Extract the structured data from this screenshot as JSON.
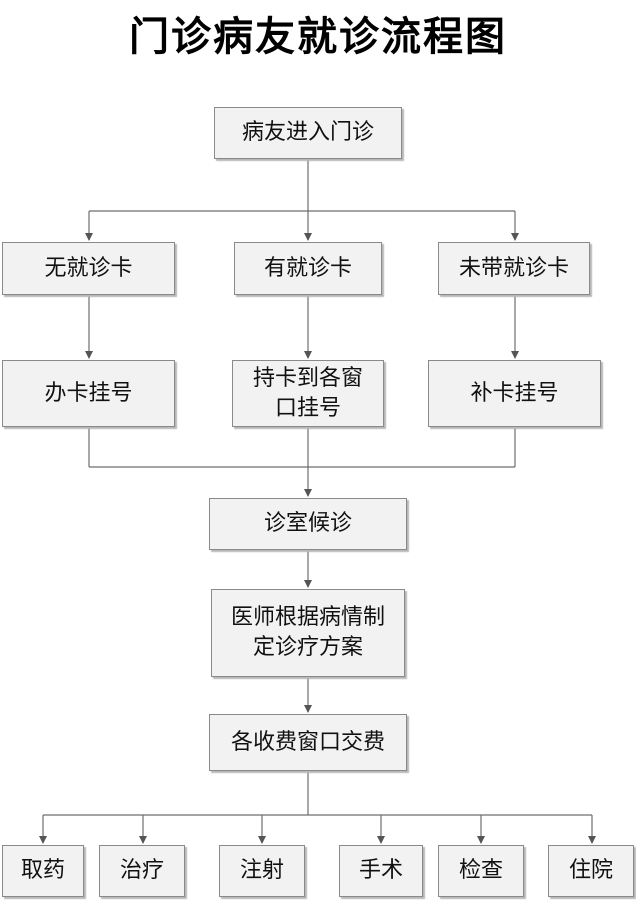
{
  "title": "门诊病友就诊流程图",
  "nodes": {
    "entry": "病友进入门诊",
    "no_card": "无就诊卡",
    "has_card": "有就诊卡",
    "card_not_brought": "未带就诊卡",
    "apply_register": "办卡挂号",
    "card_window_register": "持卡到各窗口挂号",
    "replace_card_register": "补卡挂号",
    "waiting_room": "诊室候诊",
    "doctor_plan": "医师根据病情制定诊疗方案",
    "payment_window": "各收费窗口交费",
    "take_medicine": "取药",
    "treatment": "治疗",
    "injection": "注射",
    "surgery": "手术",
    "examination": "检查",
    "hospitalization": "住院"
  }
}
